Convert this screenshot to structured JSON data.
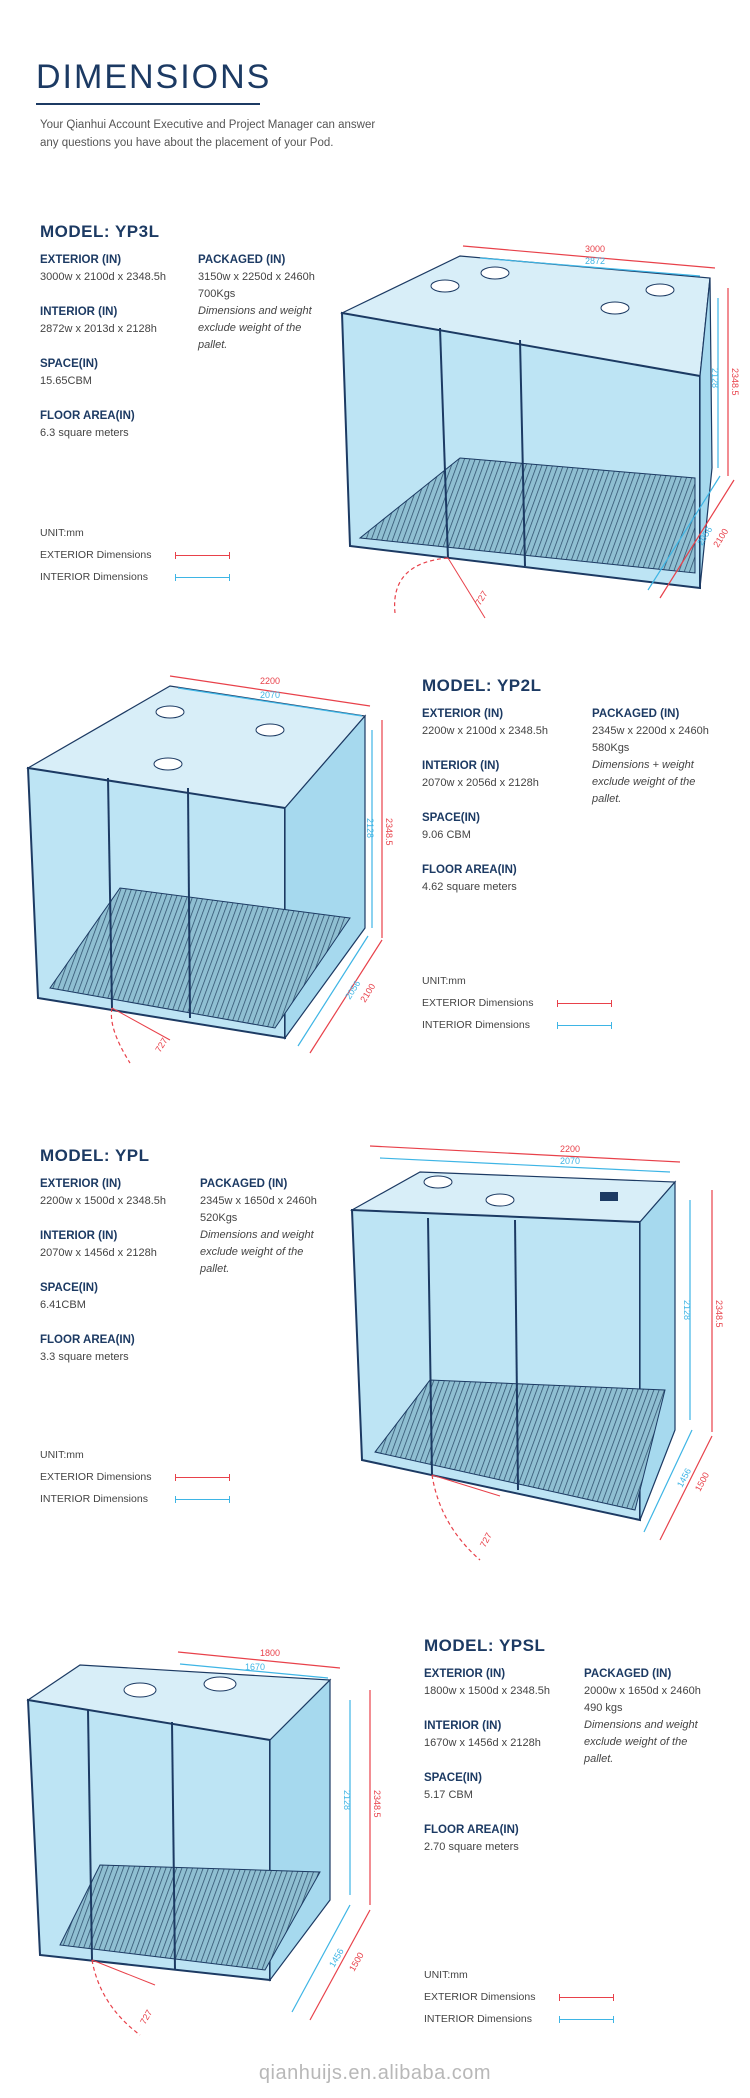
{
  "header": {
    "title": "DIMENSIONS",
    "intro_line1": "Your Qianhui Account Executive and Project Manager can answer",
    "intro_line2": "any questions you have about the placement of your Pod."
  },
  "legend": {
    "unit": "UNIT:mm",
    "exterior": "EXTERIOR Dimensions",
    "interior": "INTERIOR Dimensions",
    "exterior_color": "#e8414a",
    "interior_color": "#3eb5e5"
  },
  "labels": {
    "exterior": "EXTERIOR (IN)",
    "packaged": "PACKAGED (IN)",
    "interior": "INTERIOR (IN)",
    "space": "SPACE(IN)",
    "floor": "FLOOR AREA(IN)"
  },
  "models": [
    {
      "name": "MODEL: YP3L",
      "exterior": "3000w x 2100d x 2348.5h",
      "interior": "2872w x 2013d x 2128h",
      "space": "15.65CBM",
      "floor": "6.3 square meters",
      "packaged": "3150w x 2250d x 2460h",
      "weight": "700Kgs",
      "note1": "Dimensions and weight",
      "note2": "exclude weight of the",
      "note3": "pallet.",
      "dims": {
        "ext_w": "3000",
        "int_w": "2872",
        "ext_h": "2348.5",
        "int_h": "2128",
        "ext_d": "2100",
        "int_d": "2056",
        "door": "727"
      }
    },
    {
      "name": "MODEL: YP2L",
      "exterior": "2200w x 2100d x 2348.5h",
      "interior": "2070w x 2056d x 2128h",
      "space": "9.06 CBM",
      "floor": "4.62 square meters",
      "packaged": "2345w x 2200d x 2460h",
      "weight": "580Kgs",
      "note1": "Dimensions + weight",
      "note2": "exclude weight of the",
      "note3": "pallet.",
      "dims": {
        "ext_w": "2200",
        "int_w": "2070",
        "ext_h": "2348.5",
        "int_h": "2128",
        "ext_d": "2100",
        "int_d": "2056",
        "door": "727"
      }
    },
    {
      "name": "MODEL: YPL",
      "exterior": "2200w x 1500d x 2348.5h",
      "interior": "2070w x 1456d x 2128h",
      "space": "6.41CBM",
      "floor": "3.3 square meters",
      "packaged": "2345w x 1650d x 2460h",
      "weight": "520Kgs",
      "note1": "Dimensions and weight",
      "note2": "exclude weight of the",
      "note3": "pallet.",
      "dims": {
        "ext_w": "2200",
        "int_w": "2070",
        "ext_h": "2348.5",
        "int_h": "2128",
        "ext_d": "1500",
        "int_d": "1456",
        "door": "727"
      }
    },
    {
      "name": "MODEL: YPSL",
      "exterior": "1800w x 1500d x 2348.5h",
      "interior": "1670w x 1456d x 2128h",
      "space": "5.17 CBM",
      "floor": "2.70 square meters",
      "packaged": "2000w x 1650d x 2460h",
      "weight": "490 kgs",
      "note1": "Dimensions and weight",
      "note2": "exclude weight of the",
      "note3": "pallet.",
      "dims": {
        "ext_w": "1800",
        "int_w": "1670",
        "ext_h": "2348.5",
        "int_h": "2128",
        "ext_d": "1500",
        "int_d": "1456",
        "door": "727"
      }
    }
  ],
  "footer": "qianhuijs.en.alibaba.com"
}
